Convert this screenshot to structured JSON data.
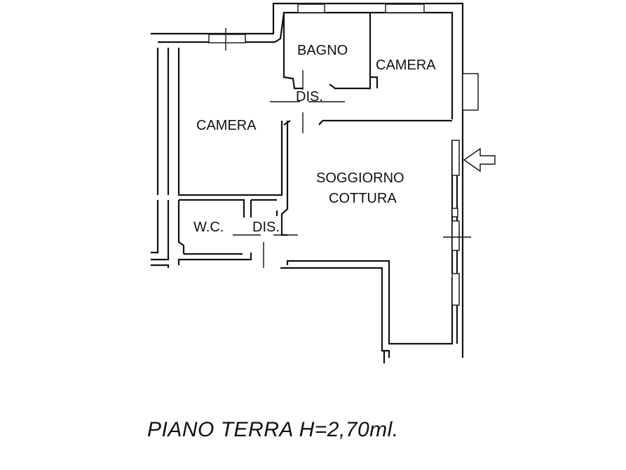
{
  "rooms": {
    "bagno": "BAGNO",
    "camera_top": "CAMERA",
    "camera_left": "CAMERA",
    "dis_top": "DIS.",
    "soggiorno_line1": "SOGGIORNO",
    "soggiorno_line2": "COTTURA",
    "wc": "W.C.",
    "dis_bottom": "DIS."
  },
  "caption": "PIANO TERRA H=2,70ml.",
  "icons": [
    "entrance-arrow-icon"
  ]
}
